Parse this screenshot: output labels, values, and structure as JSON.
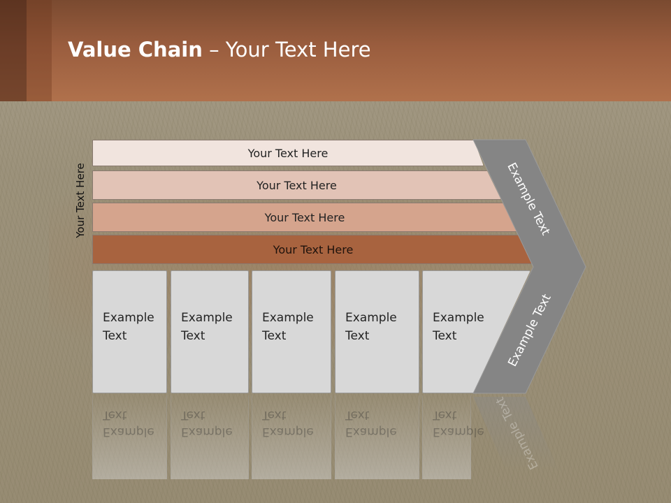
{
  "slide": {
    "title_bold": "Value Chain",
    "title_rest": " – Your Text Here",
    "side_label": "Your Text Here"
  },
  "tiers": [
    {
      "label": "Your Text Here"
    },
    {
      "label": "Your Text Here"
    },
    {
      "label": "Your Text Here"
    },
    {
      "label": "Your Text Here"
    }
  ],
  "boxes": [
    {
      "line1": "Example",
      "line2": "Text"
    },
    {
      "line1": "Example",
      "line2": "Text"
    },
    {
      "line1": "Example",
      "line2": "Text"
    },
    {
      "line1": "Example",
      "line2": "Text"
    },
    {
      "line1": "Example",
      "line2": "Text"
    }
  ],
  "chevron": {
    "upper_label": "Example Text",
    "lower_label": "Example Text"
  },
  "colors": {
    "header": "#9a5d3e",
    "chevron": "#858585",
    "tier_dark": "#a8633f"
  }
}
